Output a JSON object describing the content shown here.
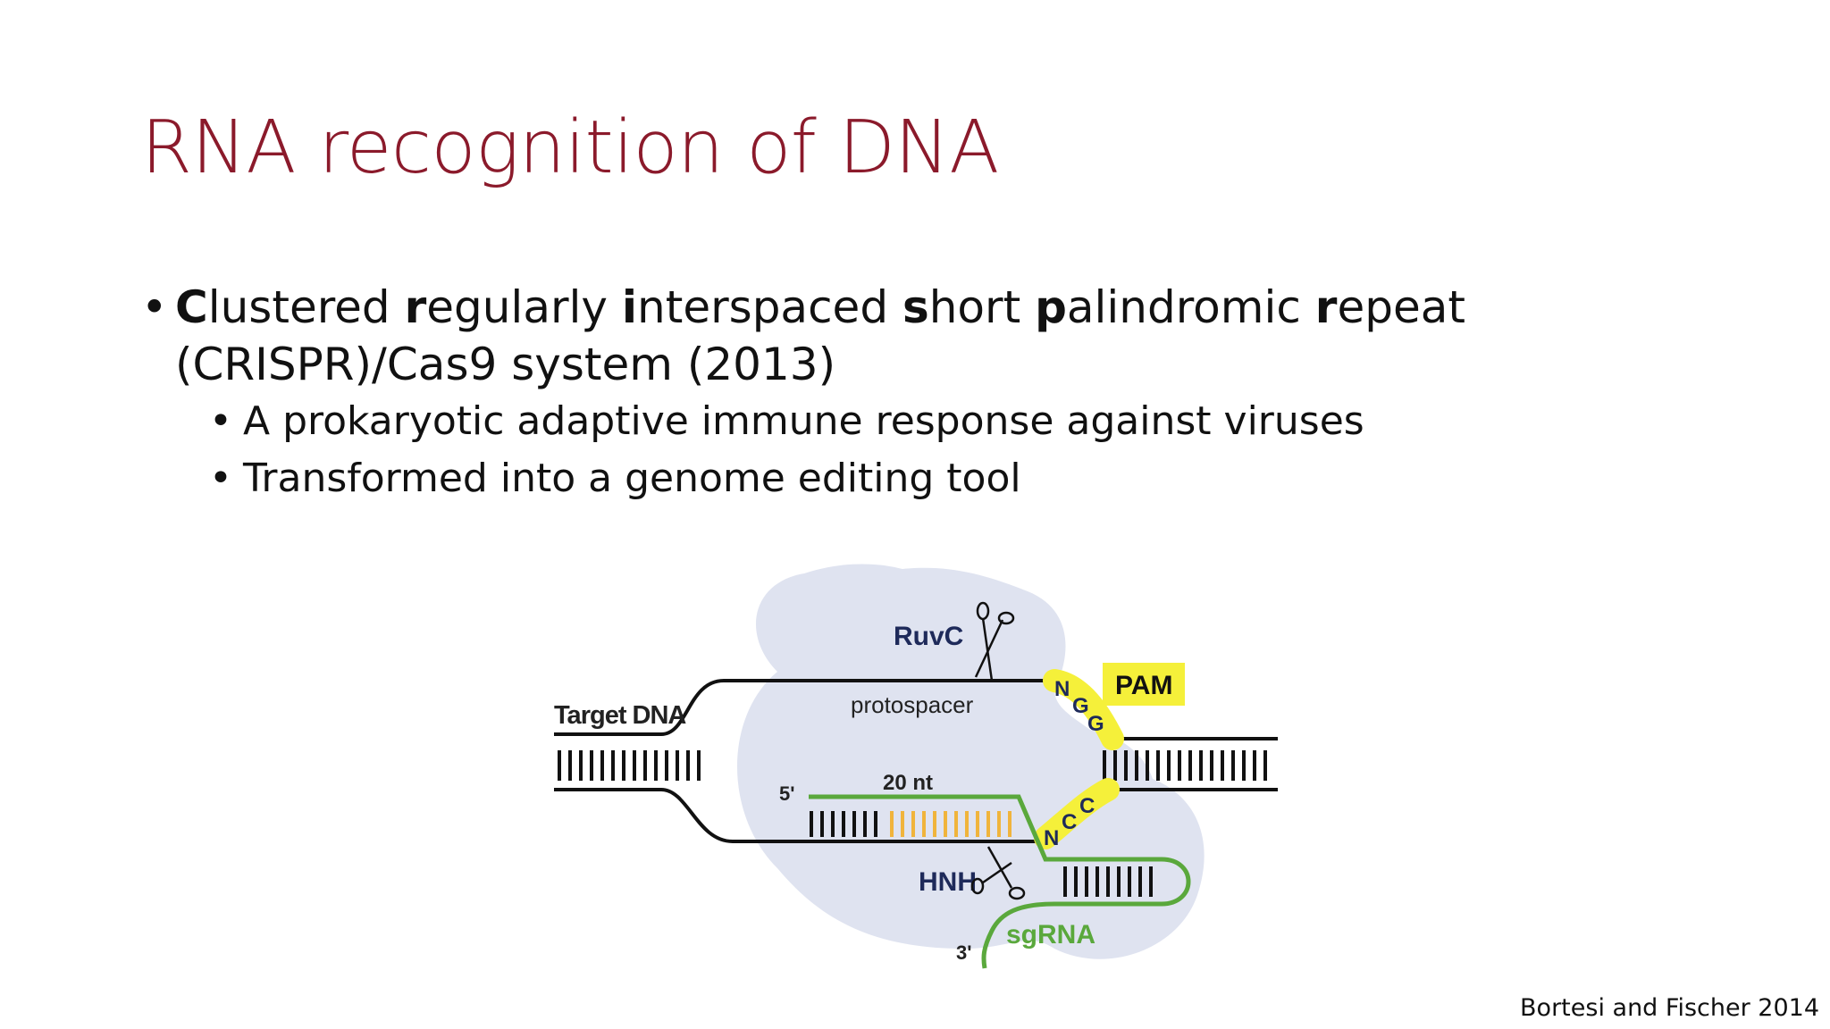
{
  "slide": {
    "title": "RNA recognition of DNA",
    "bullet_main": {
      "parts": [
        {
          "bold": "C",
          "rest": "lustered "
        },
        {
          "bold": "r",
          "rest": "egularly "
        },
        {
          "bold": "i",
          "rest": "nterspaced "
        },
        {
          "bold": "s",
          "rest": "hort "
        },
        {
          "bold": "p",
          "rest": "alindromic "
        },
        {
          "bold": "r",
          "rest": "epeat"
        }
      ],
      "line2": "(CRISPR)/Cas9 system (2013)"
    },
    "sub_bullets": [
      "A prokaryotic adaptive immune response against viruses",
      "Transformed into a genome editing tool"
    ],
    "citation": "Bortesi and Fischer 2014"
  },
  "diagram": {
    "labels": {
      "ruvc": "RuvC",
      "protospacer": "protospacer",
      "pam": "PAM",
      "target_dna": "Target DNA",
      "nt": "20 nt",
      "five_prime": "5'",
      "hnh": "HNH",
      "sgrna": "sgRNA",
      "three_prime": "3'",
      "ngg": [
        "N",
        "G",
        "G"
      ],
      "ncc": [
        "N",
        "C",
        "C"
      ]
    },
    "colors": {
      "title": "#8b1a2b",
      "cas9_blob": "#dfe3f0",
      "dna_strand": "#111111",
      "sgrna": "#5aa83c",
      "seed_bases": "#f0b43c",
      "pam_highlight": "#f5f03a",
      "label_navy": "#1e2a5a"
    }
  }
}
